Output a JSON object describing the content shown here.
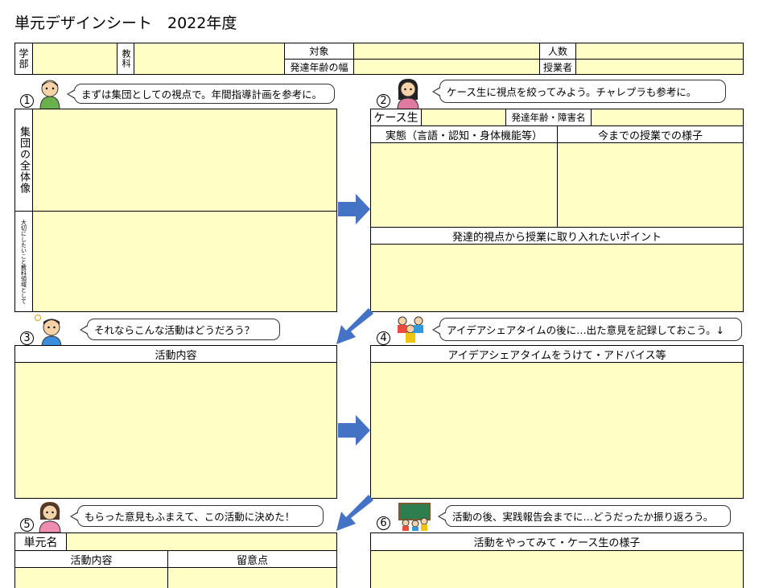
{
  "title": "単元デザインシート　2022年度",
  "header": {
    "gakubu": "学部",
    "kyoka": "教科",
    "taisho": "対象",
    "hattatsu_haba": "発達年齢の幅",
    "ninzu": "人数",
    "jugyosha": "授業者"
  },
  "sections": {
    "s1": {
      "num": "1",
      "bubble": "まずは集団としての視点で。年間指導計画を参考に。",
      "label_top": "集団の全体像",
      "label_bottom": "大切にしたいこと教科領域として"
    },
    "s2": {
      "num": "2",
      "bubble": "ケース生に視点を絞ってみよう。チャレプラも参考に。",
      "case": "ケース生",
      "age_disability": "発達年齢・障害名",
      "jittai": "実態（言語・認知・身体機能等）",
      "yosu": "今までの授業での様子",
      "point": "発達的視点から授業に取り入れたいポイント"
    },
    "s3": {
      "num": "3",
      "bubble": "それならこんな活動はどうだろう？",
      "header": "活動内容"
    },
    "s4": {
      "num": "4",
      "bubble": "アイデアシェアタイムの後に…出た意見を記録しておこう。↓",
      "header": "アイデアシェアタイムをうけて・アドバイス等"
    },
    "s5": {
      "num": "5",
      "bubble": "もらった意見もふまえて、この活動に決めた！",
      "unit": "単元名",
      "activity": "活動内容",
      "notes": "留意点"
    },
    "s6": {
      "num": "6",
      "bubble": "活動の後、実践報告会までに…どうだったか振り返ろう。",
      "header": "活動をやってみて・ケース生の様子"
    }
  },
  "colors": {
    "fill": "#fffec4",
    "arrow": "#4472c4"
  },
  "icons": [
    "boy-teacher-icon",
    "woman-teacher-icon",
    "thinking-boy-icon",
    "group-children-icon",
    "girl-icon",
    "classroom-icon"
  ]
}
